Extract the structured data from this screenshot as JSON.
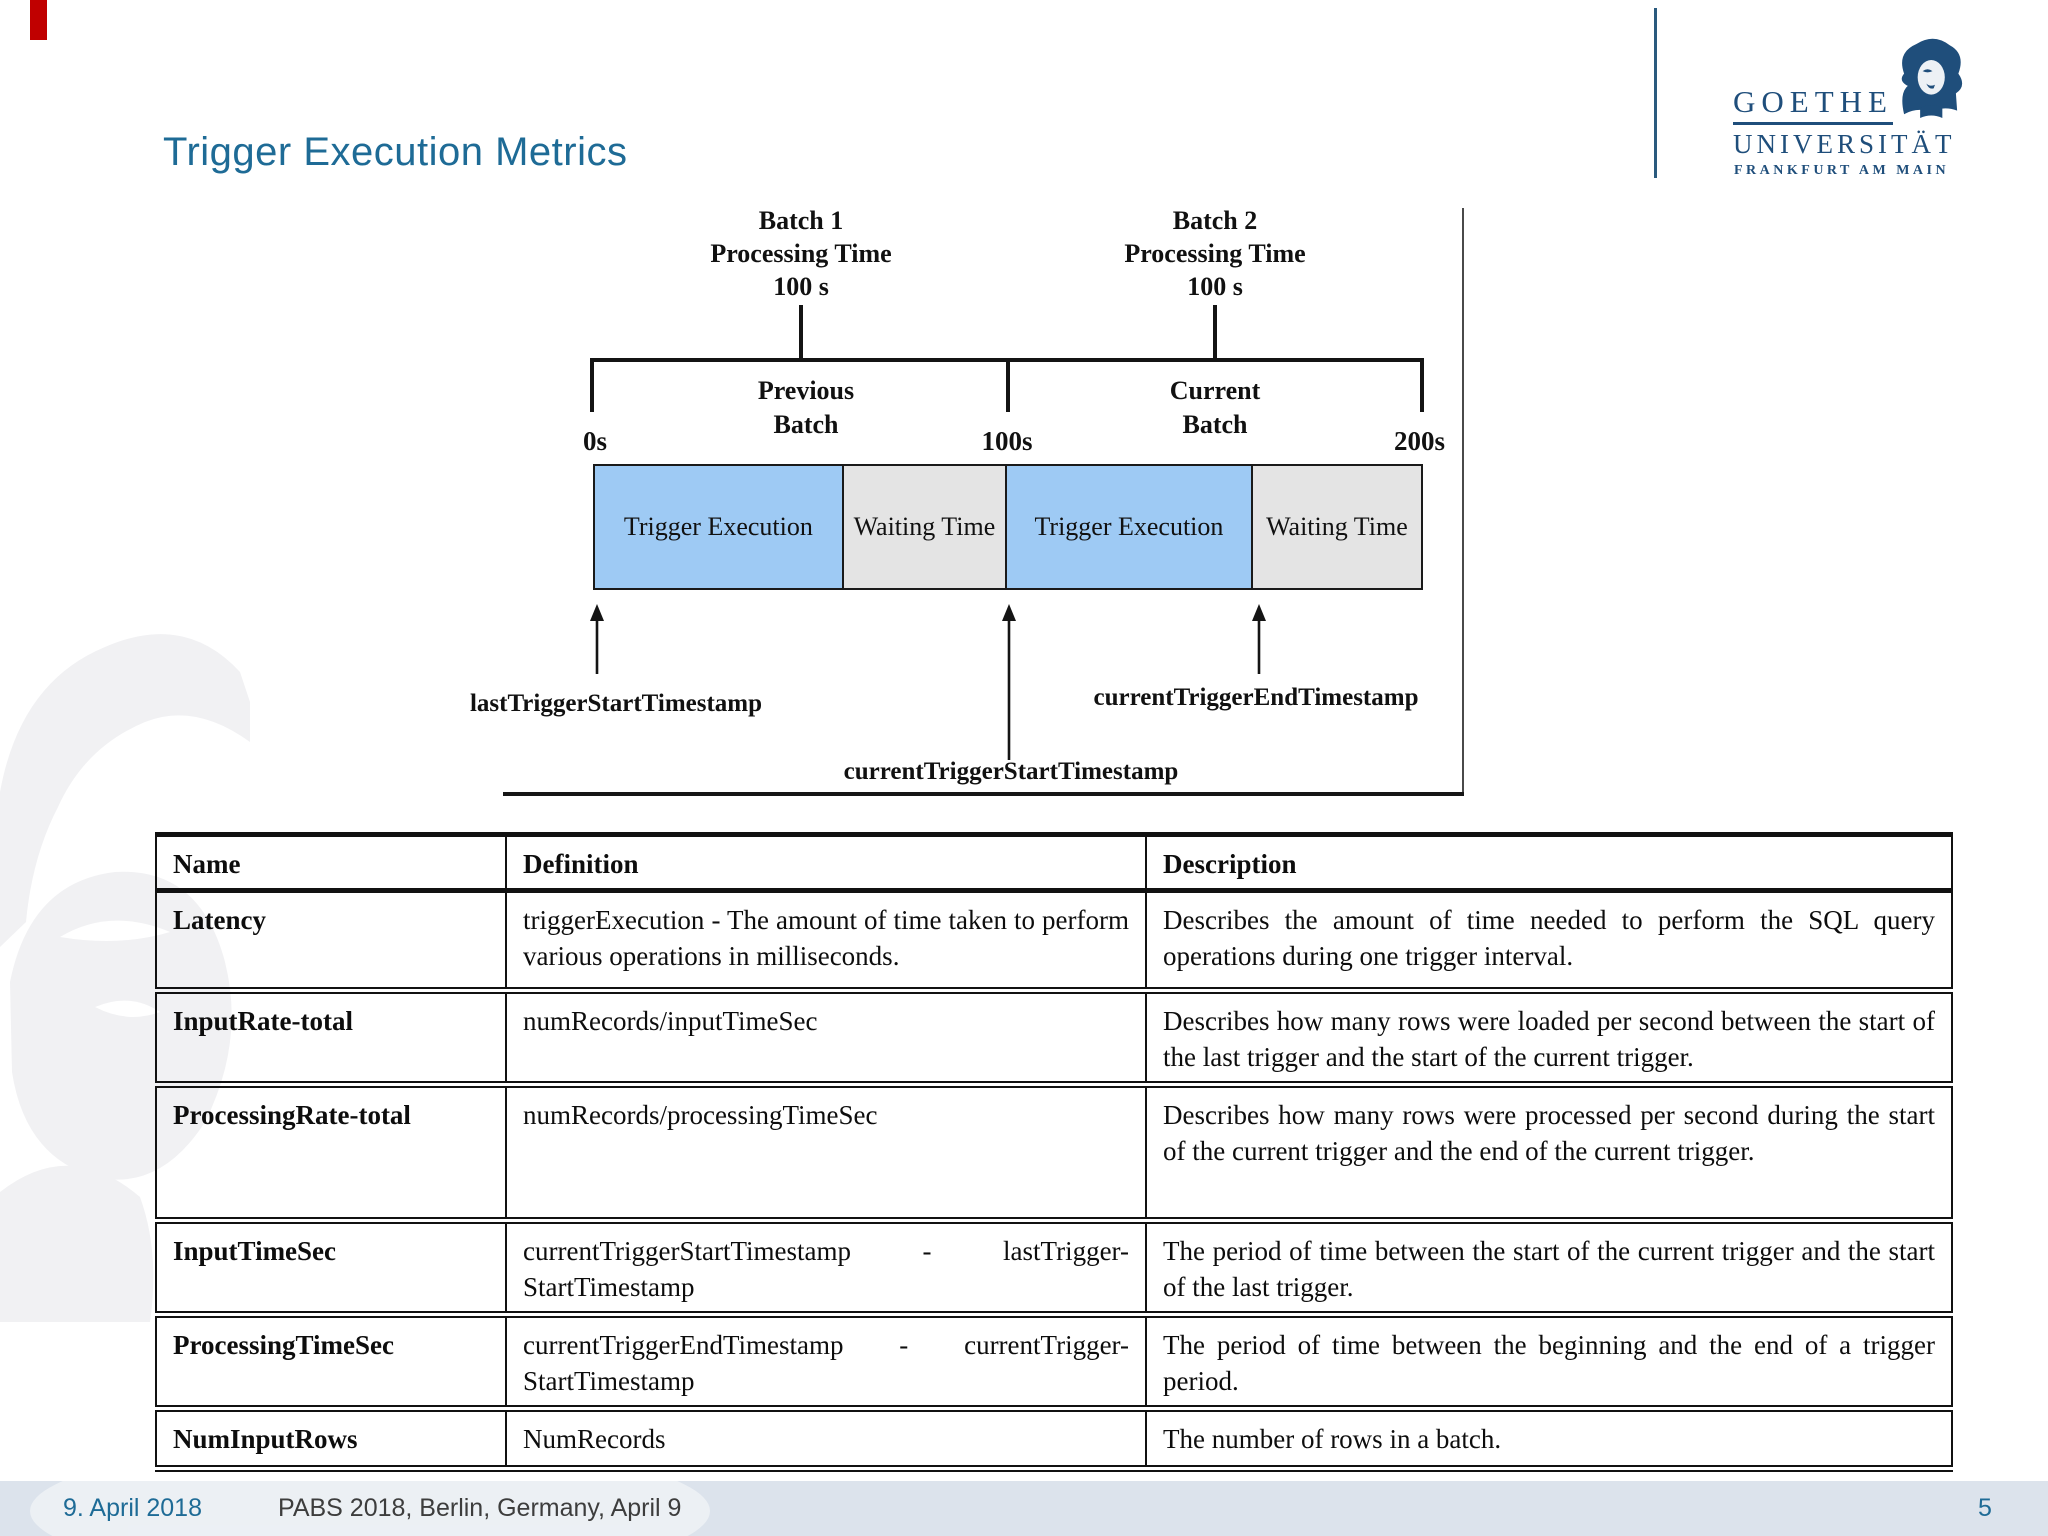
{
  "header": {
    "title": "Trigger Execution Metrics"
  },
  "logo": {
    "line1": "GOETHE",
    "line2": "UNIVERSITÄT",
    "line3": "FRANKFURT AM MAIN"
  },
  "diagram": {
    "batch1": [
      "Batch 1",
      "Processing Time",
      "100 s"
    ],
    "batch2": [
      "Batch 2",
      "Processing Time",
      "100 s"
    ],
    "previous": [
      "Previous",
      "Batch"
    ],
    "current": [
      "Current",
      "Batch"
    ],
    "time_ticks": [
      "0s",
      "100s",
      "200s"
    ],
    "segments": [
      {
        "label": "Trigger Execution",
        "type": "trigger"
      },
      {
        "label": "Waiting Time",
        "type": "waiting"
      },
      {
        "label": "Trigger Execution",
        "type": "trigger"
      },
      {
        "label": "Waiting Time",
        "type": "waiting"
      }
    ],
    "annotations": {
      "last_start": "lastTriggerStartTimestamp",
      "current_start": "currentTriggerStartTimestamp",
      "current_end": "currentTriggerEndTimestamp"
    },
    "colors": {
      "trigger": "#9ecaf4",
      "waiting": "#e4e4e4"
    }
  },
  "table": {
    "headers": [
      "Name",
      "Definition",
      "Description"
    ],
    "rows": [
      {
        "name": "Latency",
        "definition": "triggerExecution - The amount of time taken to perform various operations in milliseconds.",
        "description": "Describes the amount of time needed to perform the SQL query operations during one trigger interval."
      },
      {
        "name": "InputRate-total",
        "definition": "numRecords/inputTimeSec",
        "description": "Describes how many rows were loaded per second between the start of the last trigger and the start of the current trigger."
      },
      {
        "name": "ProcessingRate-total",
        "definition": "numRecords/processingTimeSec",
        "description": "Describes how many rows were processed per second during the start of the current trigger and the end of the current trigger."
      },
      {
        "name": "InputTimeSec",
        "definition": "currentTriggerStartTimestamp - lastTrigger-StartTimestamp",
        "description": "The period of time between the start of the current trigger and the start of the last trigger."
      },
      {
        "name": "ProcessingTimeSec",
        "definition": "currentTriggerEndTimestamp - currentTrigger-StartTimestamp",
        "description": "The period of time between the beginning and the end of a trigger period."
      },
      {
        "name": "NumInputRows",
        "definition": "NumRecords",
        "description": "The number of rows in a batch."
      }
    ]
  },
  "footer": {
    "date": "9. April 2018",
    "conference": "PABS 2018, Berlin, Germany, April 9",
    "page": "5"
  },
  "colors": {
    "accent_blue": "#1e6b96",
    "logo_blue": "#1f4e7b",
    "red_accent": "#c00000",
    "footer_bg": "#dce3ec"
  }
}
